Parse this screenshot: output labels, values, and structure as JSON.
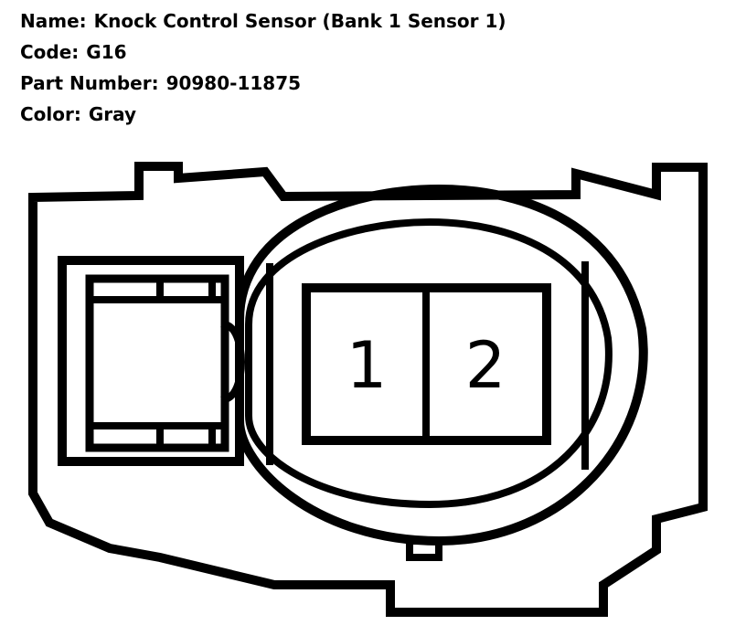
{
  "connector": {
    "name_label": "Name:",
    "name_value": "Knock Control Sensor (Bank 1 Sensor 1)",
    "code_label": "Code:",
    "code_value": "G16",
    "part_label": "Part Number:",
    "part_value": "90980-11875",
    "color_label": "Color:",
    "color_value": "Gray"
  },
  "pins": [
    {
      "number": "1"
    },
    {
      "number": "2"
    }
  ],
  "colors": {
    "line": "#000000",
    "background": "#ffffff"
  }
}
